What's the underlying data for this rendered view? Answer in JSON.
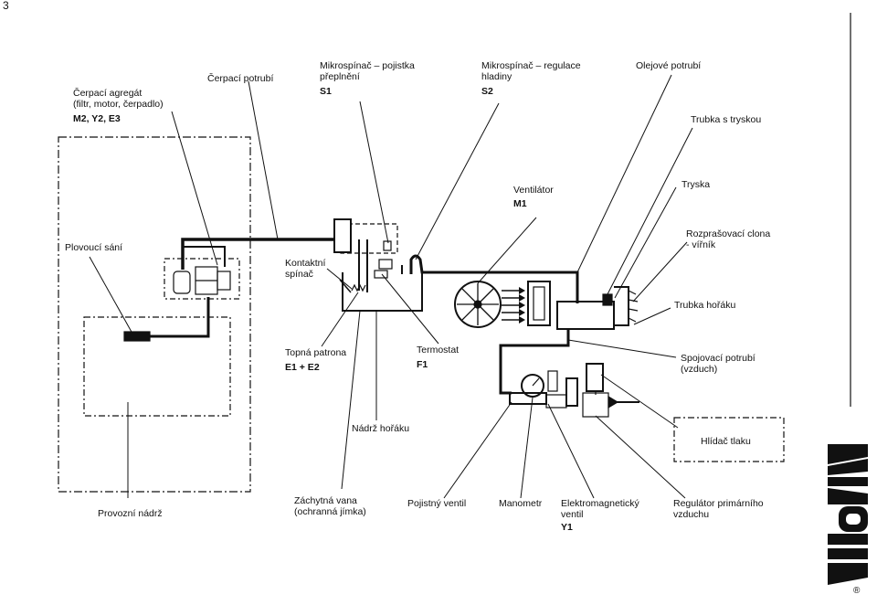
{
  "page_number": "3",
  "labels": {
    "pump_unit": {
      "line1": "Čerpací agregát",
      "line2": "(filtr, motor, čerpadlo)",
      "code": "M2, Y2, E3"
    },
    "pump_pipe": "Čerpací potrubí",
    "microswitch_overflow": {
      "line1": "Mikrospínač – pojistka",
      "line2": "přeplnění",
      "code": "S1"
    },
    "microswitch_level": {
      "line1": "Mikrospínač – regulace",
      "line2": "hladiny",
      "code": "S2"
    },
    "oil_pipe": "Olejové potrubí",
    "nozzle_tube": "Trubka s tryskou",
    "fan": {
      "line1": "Ventilátor",
      "code": "M1"
    },
    "nozzle": "Tryska",
    "diffuser": {
      "line1": "Rozprašovací clona",
      "line2": "- vířník"
    },
    "burner_tube": "Trubka hořáku",
    "floating_suction": "Plovoucí sání",
    "contact_switch": {
      "line1": "Kontaktní",
      "line2": "spínač"
    },
    "heating_cartridge": {
      "line1": "Topná patrona",
      "code": "E1 + E2"
    },
    "thermostat": {
      "line1": "Termostat",
      "code": "F1"
    },
    "connecting_pipe": {
      "line1": "Spojovací potrubí",
      "line2": "(vzduch)"
    },
    "burner_tank": "Nádrž hořáku",
    "pressure_guard": "Hlídač tlaku",
    "operating_tank": "Provozní nádrž",
    "drip_tray": {
      "line1": "Záchytná vana",
      "line2": "(ochranná jímka)"
    },
    "safety_valve": "Pojistný ventil",
    "manometer": "Manometr",
    "solenoid_valve": {
      "line1": "Elektromagnetický",
      "line2": "ventil",
      "code": "Y1"
    },
    "air_regulator": {
      "line1": "Regulátor primárního",
      "line2": "vzduchu"
    }
  },
  "brand": {
    "logo_icon": "kroll-logo-icon",
    "mark": "®"
  }
}
